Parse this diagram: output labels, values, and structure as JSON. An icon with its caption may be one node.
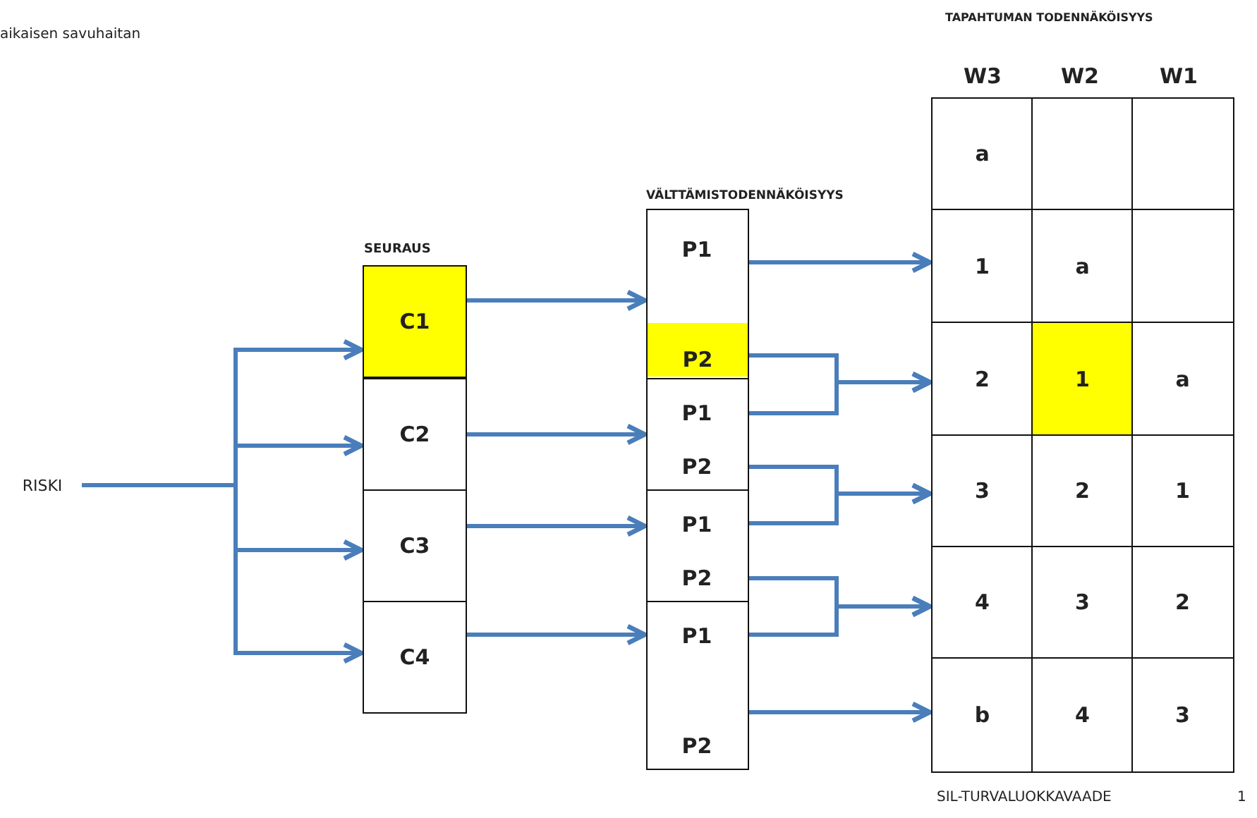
{
  "diagram": {
    "nodes": [
      {
        "text": [
          "RISKI"
        ]
      },
      {
        "text": [
          "C1"
        ]
      },
      {
        "text": [
          "C2"
        ]
      },
      {
        "text": [
          "C3"
        ]
      },
      {
        "text": [
          "C4"
        ]
      },
      {
        "text": [],
        "shape": "box"
      },
      {
        "text": [
          "P1"
        ],
        "in": 5
      },
      {
        "text": [
          "P2"
        ],
        "in": 5
      },
      {
        "text": [],
        "shape": "box"
      },
      {
        "text": [
          "P1"
        ],
        "in": 8
      },
      {
        "text": [
          "P2"
        ],
        "in": 8
      },
      {
        "text": [],
        "shape": "box"
      },
      {
        "text": [
          "P1"
        ],
        "in": 11
      },
      {
        "text": [
          "P2"
        ],
        "in": 11
      },
      {
        "text": [],
        "shape": "box"
      },
      {
        "text": [
          "P1"
        ],
        "in": 14
      },
      {
        "text": [
          "P2"
        ],
        "in": 14
      },
      {
        "text": [
          "a"
        ]
      },
      {
        "text": [],
        "shape": "box"
      },
      {
        "text": [],
        "shape": "box"
      },
      {
        "text": [
          "1"
        ]
      },
      {
        "text": [
          "a"
        ]
      },
      {
        "text": [],
        "shape": "box"
      },
      {
        "text": [
          "2"
        ]
      },
      {
        "text": [
          "1"
        ]
      },
      {
        "text": [
          "a"
        ]
      },
      {
        "text": [
          "3"
        ]
      },
      {
        "text": [
          "2"
        ]
      },
      {
        "text": [
          "1"
        ]
      },
      {
        "text": [
          "4"
        ]
      },
      {
        "text": [
          "3"
        ]
      },
      {
        "text": [
          "2"
        ]
      },
      {
        "text": [
          "b"
        ]
      },
      {
        "text": [
          "4"
        ]
      },
      {
        "text": [
          "3"
        ]
      }
    ],
    "edges": [
      {
        "from": 0,
        "to": 1,
        "arrow": "to"
      },
      {
        "from": 0,
        "to": 2,
        "arrow": "to"
      },
      {
        "from": 0,
        "to": 3,
        "arrow": "to"
      },
      {
        "from": 0,
        "to": 4,
        "arrow": "to"
      },
      {
        "from": 1,
        "to": 5,
        "arrow": "to"
      },
      {
        "from": 2,
        "to": 8,
        "arrow": "to"
      },
      {
        "from": 3,
        "to": 11,
        "arrow": "to"
      },
      {
        "from": 4,
        "to": 14,
        "arrow": "to"
      },
      {
        "from": 6,
        "to": 20,
        "arrow": "to"
      },
      {
        "from": 7,
        "to": 23,
        "arrow": "to"
      },
      {
        "from": 9,
        "to": 23,
        "arrow": "to"
      },
      {
        "from": 10,
        "to": 26,
        "arrow": "to"
      },
      {
        "from": 12,
        "to": 26,
        "arrow": "to"
      },
      {
        "from": 13,
        "to": 29,
        "arrow": "to"
      },
      {
        "from": 15,
        "to": 29,
        "arrow": "to"
      },
      {
        "from": 16,
        "to": 32,
        "arrow": "to"
      }
    ],
    "labels": [
      "TAPAHTUMAN TODENNÄKÖISYYS",
      "aikaisen savuhaitan",
      "W3",
      "W2",
      "W1",
      "VÄLTTÄMISTODENNÄKÖISYYS",
      "SEURAUS",
      "SIL-TURVALUOKKAVAADE",
      "1"
    ]
  }
}
